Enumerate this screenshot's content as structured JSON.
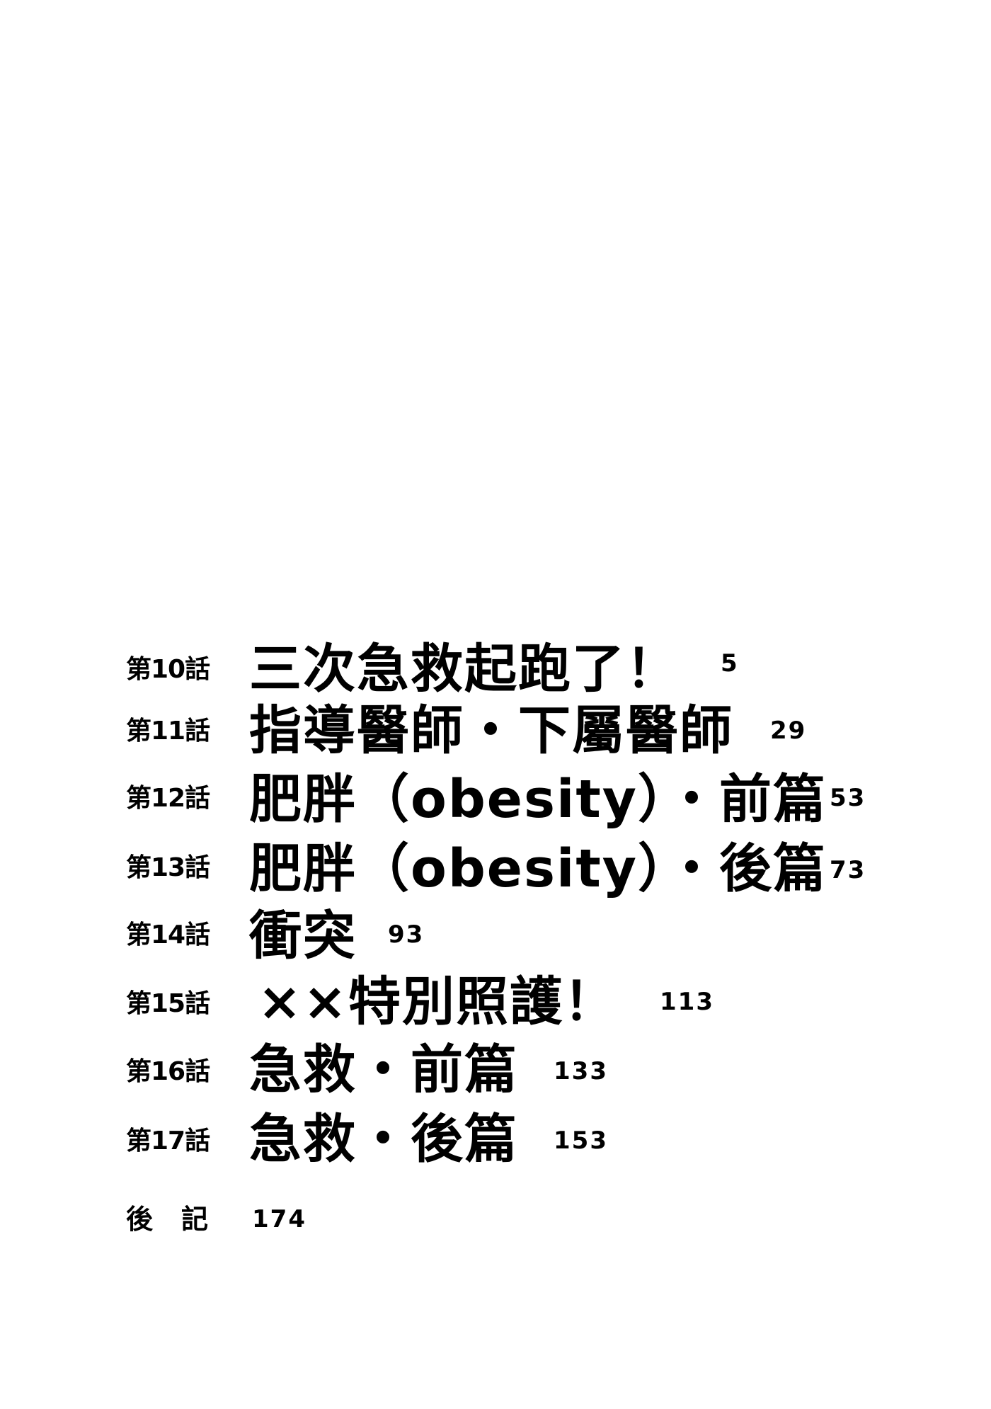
{
  "toc": {
    "entries": [
      {
        "episode": "第10話",
        "title": "三次急救起跑了！",
        "page": "5"
      },
      {
        "episode": "第11話",
        "title": "指導醫師・下屬醫師",
        "page": "29"
      },
      {
        "episode": "第12話",
        "title": "肥胖（obesity）・前篇",
        "page": "53"
      },
      {
        "episode": "第13話",
        "title": "肥胖（obesity）・後篇",
        "page": "73"
      },
      {
        "episode": "第14話",
        "title": "衝突",
        "page": "93"
      },
      {
        "episode": "第15話",
        "title": "××特別照護！",
        "page": "113"
      },
      {
        "episode": "第16話",
        "title": "急救・前篇",
        "page": "133"
      },
      {
        "episode": "第17話",
        "title": "急救・後篇",
        "page": "153"
      }
    ],
    "afterword": {
      "label": "後記",
      "page": "174"
    }
  }
}
